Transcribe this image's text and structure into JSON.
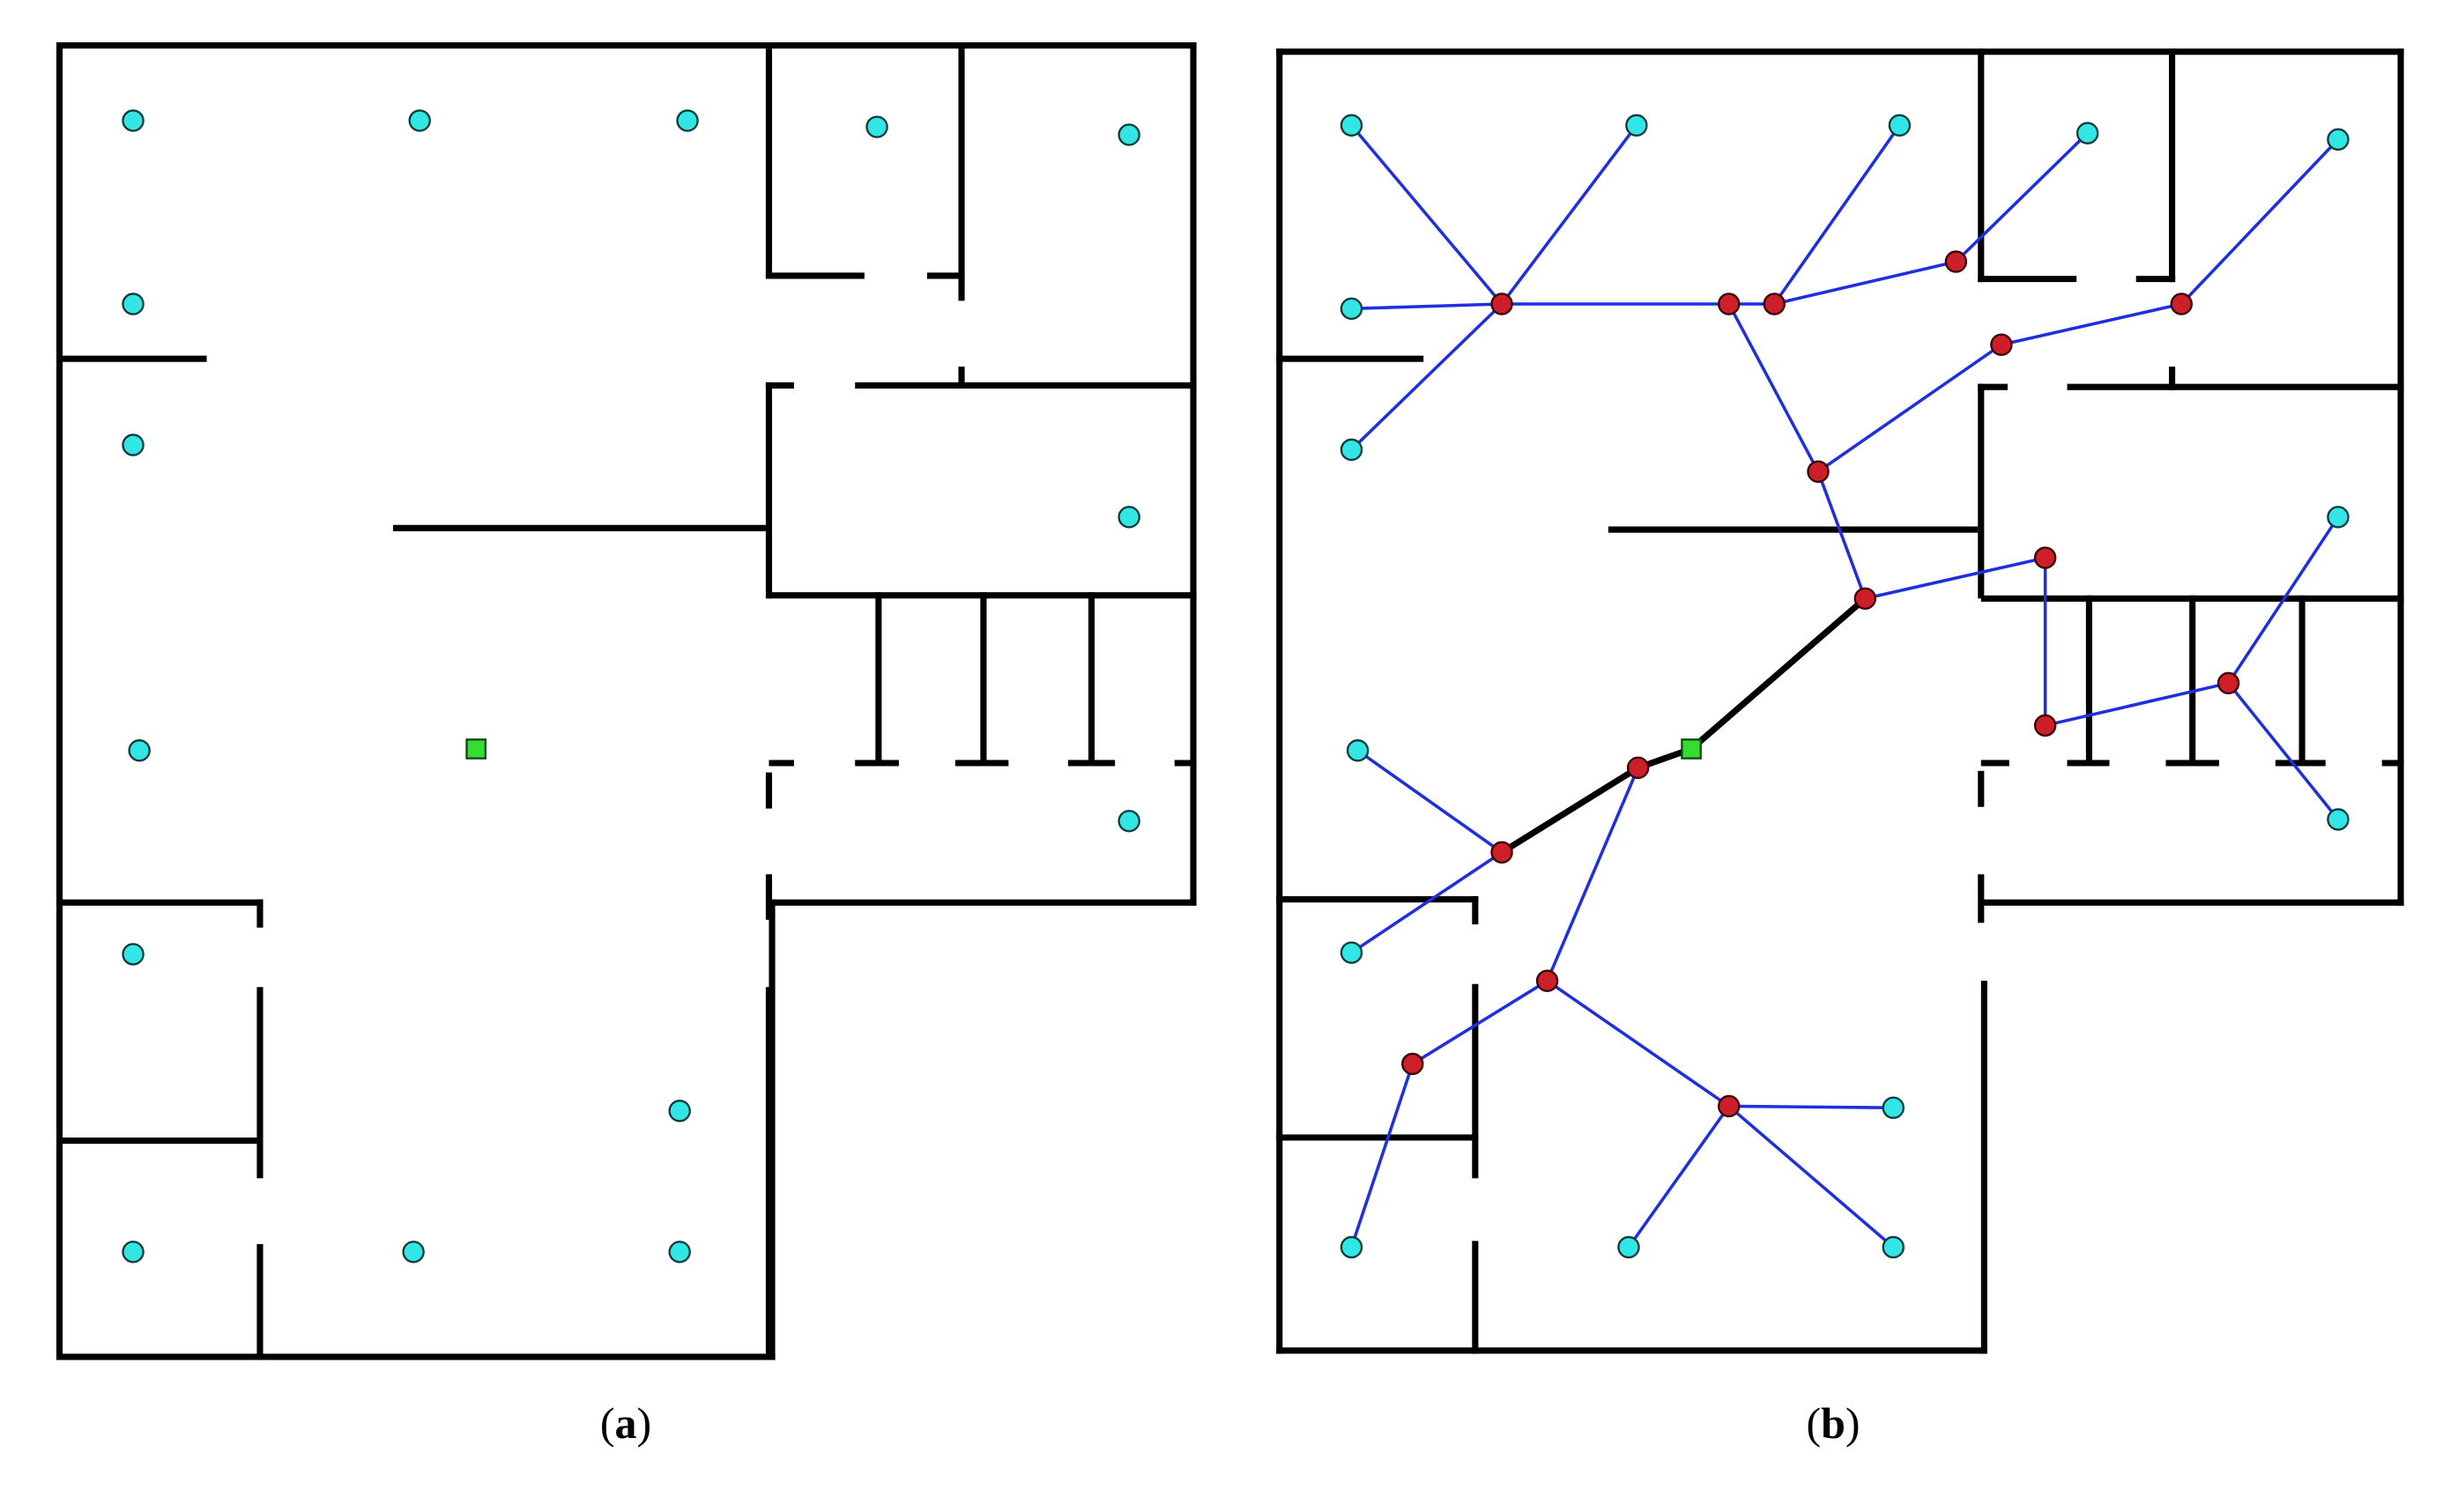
{
  "colors": {
    "wall": "#000000",
    "sensor": "#33e6e6",
    "relay": "#cc1f2a",
    "sink": "#33dd33",
    "edge": "#1f2fe0",
    "path": "#000000"
  },
  "icons": {
    "sensor": "cyan-circle-node",
    "relay": "red-circle-node",
    "sink": "green-square-node"
  },
  "panels": [
    {
      "id": "a",
      "caption_open": "(",
      "caption_letter": "a",
      "caption_close": ")"
    },
    {
      "id": "b",
      "caption_open": "(",
      "caption_letter": "b",
      "caption_close": ")"
    }
  ]
}
